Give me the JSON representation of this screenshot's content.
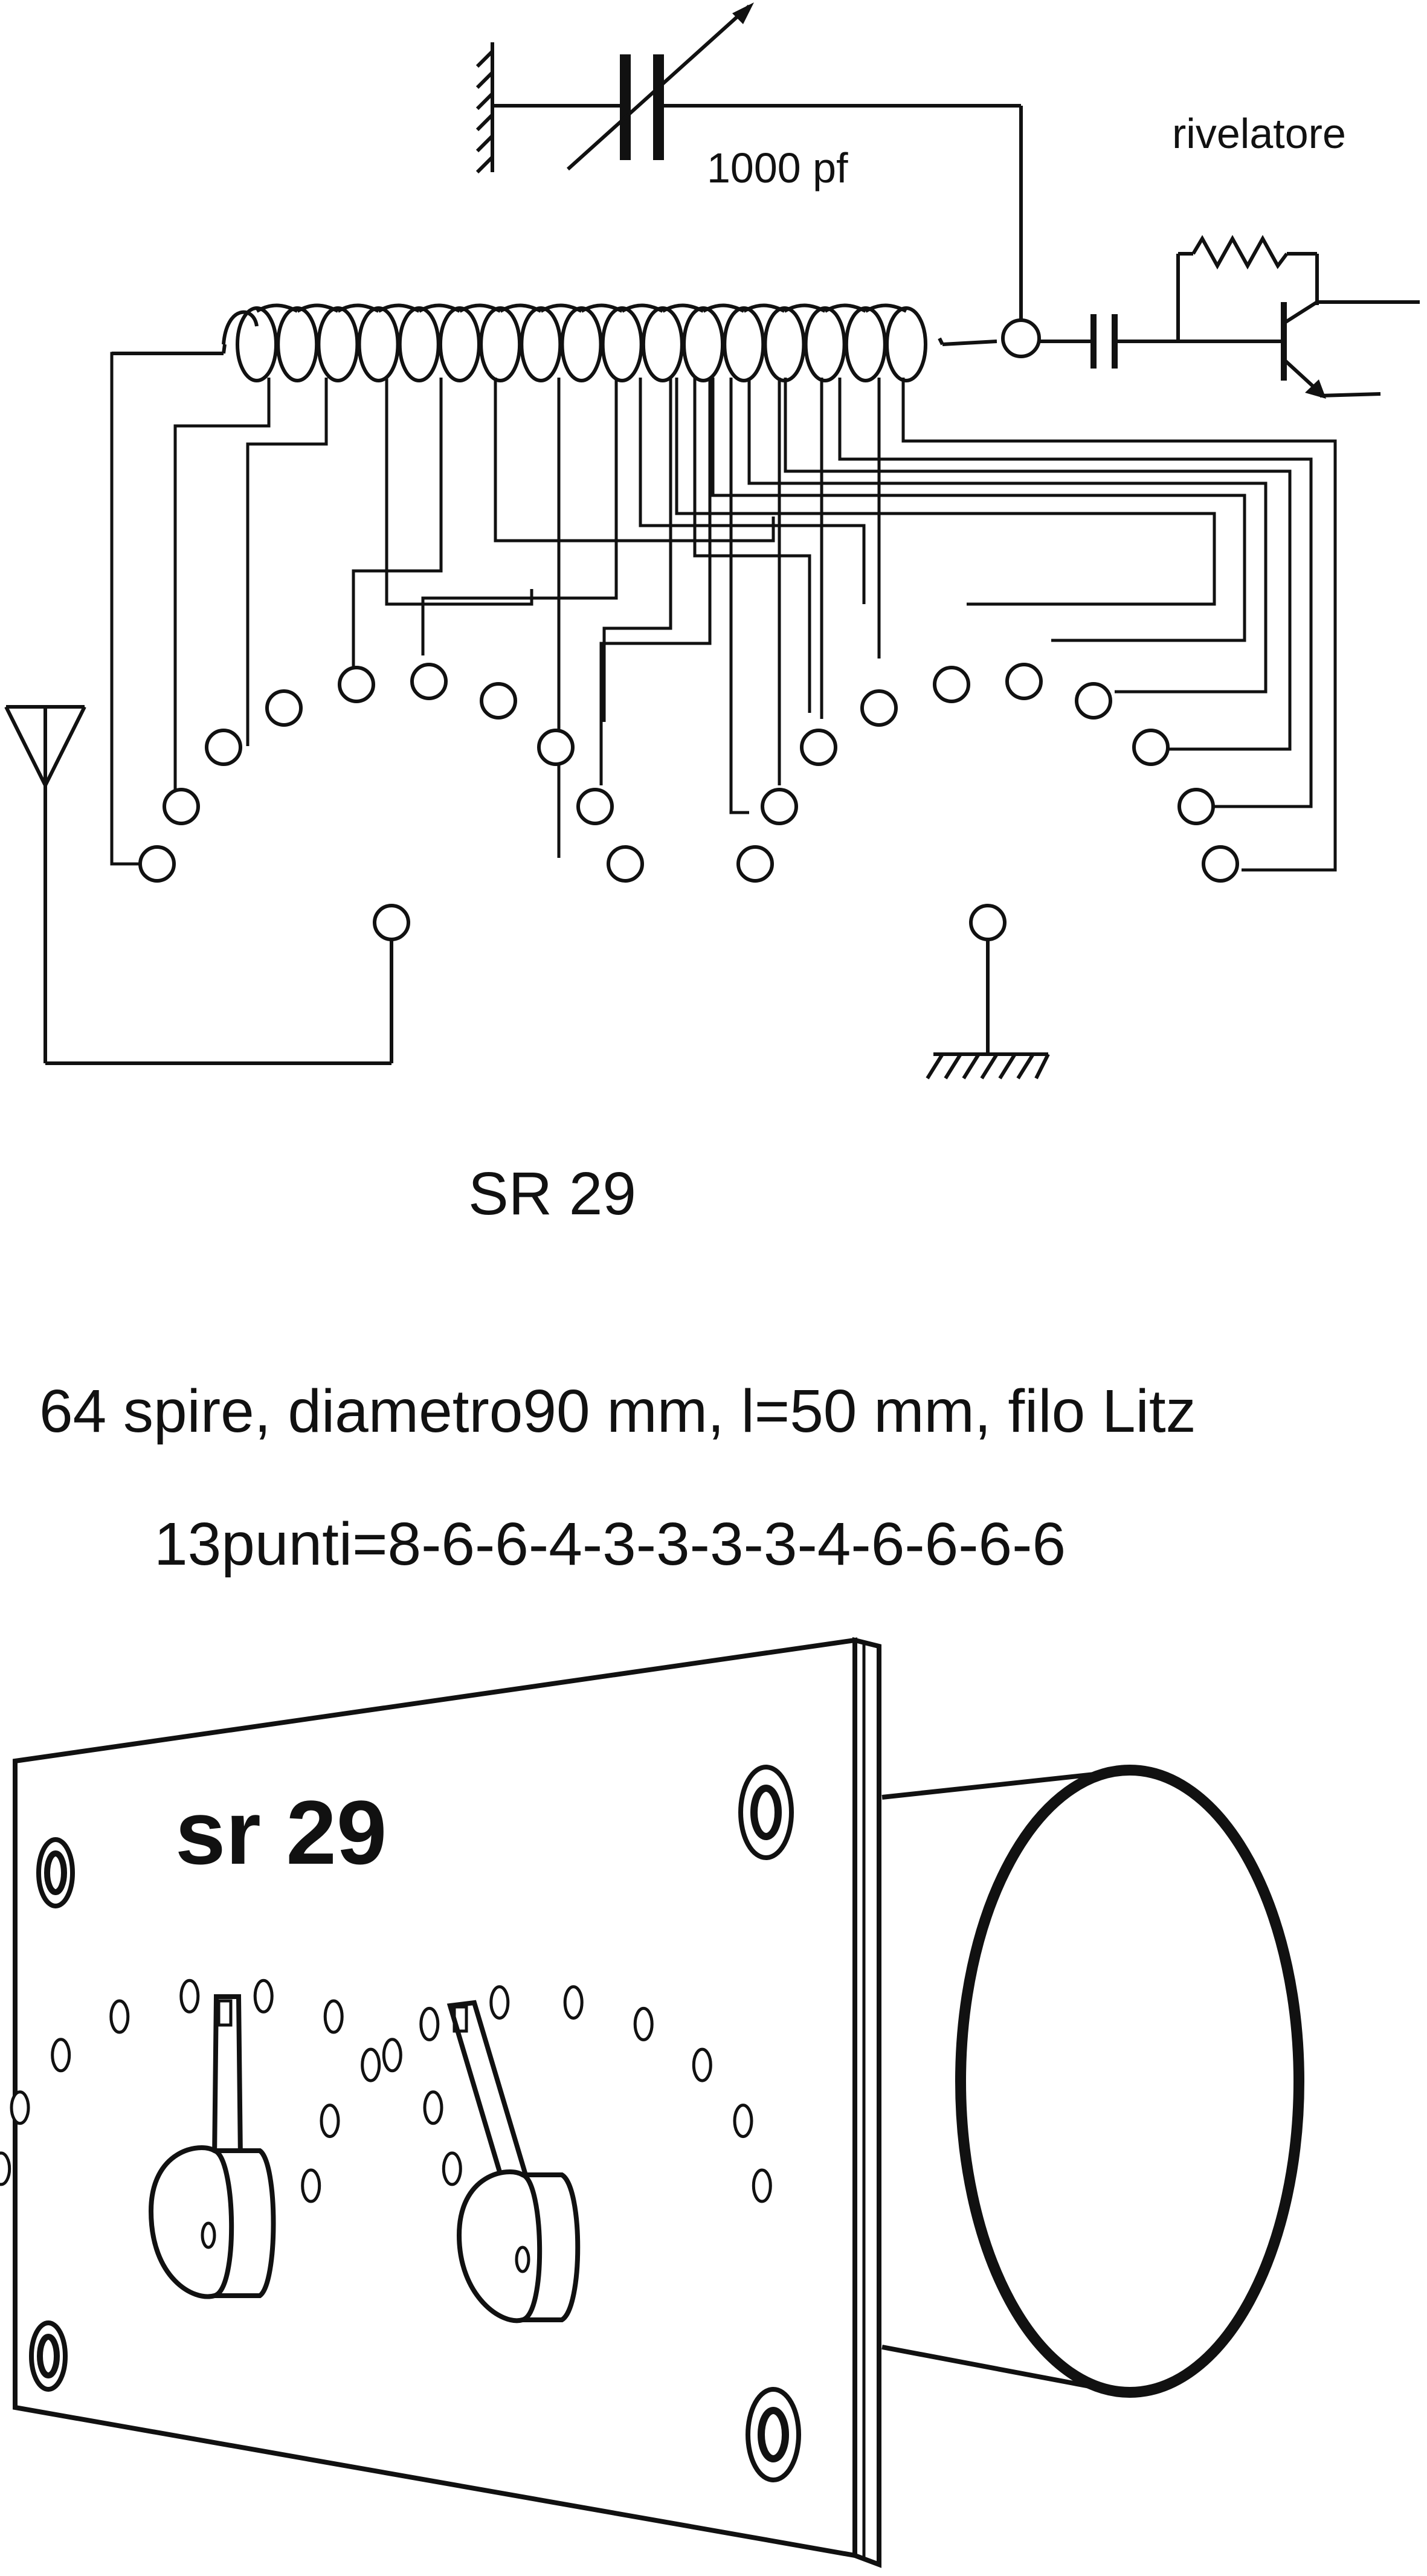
{
  "colors": {
    "ink": "#111111",
    "background": "#ffffff"
  },
  "schematic": {
    "capacitor_label": "1000 pf",
    "detector_label": "rivelatore",
    "title": "SR 29",
    "icons": [
      "antenna-icon",
      "ground-icon",
      "variable-capacitor-icon",
      "coil-icon",
      "transistor-icon",
      "resistor-icon"
    ]
  },
  "spec": {
    "line1": "64 spire, diametro90 mm, l=50 mm, filo Litz",
    "line2": "13punti=8-6-6-4-3-3-3-3-4-6-6-6-6"
  },
  "panel": {
    "label": "sr 29"
  }
}
